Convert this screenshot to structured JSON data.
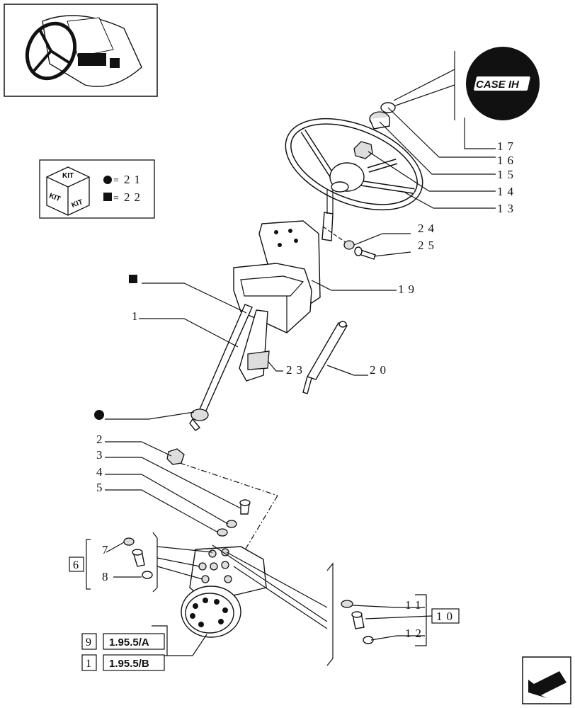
{
  "logo": {
    "text": "CASE IH"
  },
  "kit_legend": {
    "kit_words": [
      "KIT",
      "KIT",
      "KIT"
    ],
    "circle_ref": "21",
    "square_ref": "22"
  },
  "callouts": {
    "c1": "1",
    "c2": "2",
    "c3": "3",
    "c4": "4",
    "c5": "5",
    "c6": "6",
    "c7": "7",
    "c8": "8",
    "c9": "9",
    "c10": "10",
    "c11": "11",
    "c12": "12",
    "c13": "13",
    "c14": "14",
    "c15": "15",
    "c16": "16",
    "c17": "17",
    "c19": "19",
    "c20": "20",
    "c23": "23",
    "c24": "24",
    "c25": "25",
    "c1b": "1"
  },
  "refs": {
    "ref_a": "1.95.5/A",
    "ref_b": "1.95.5/B"
  },
  "icons": {
    "thumbnail": "tractor-steering-thumbnail",
    "nav": "previous-page-arrow-icon"
  }
}
